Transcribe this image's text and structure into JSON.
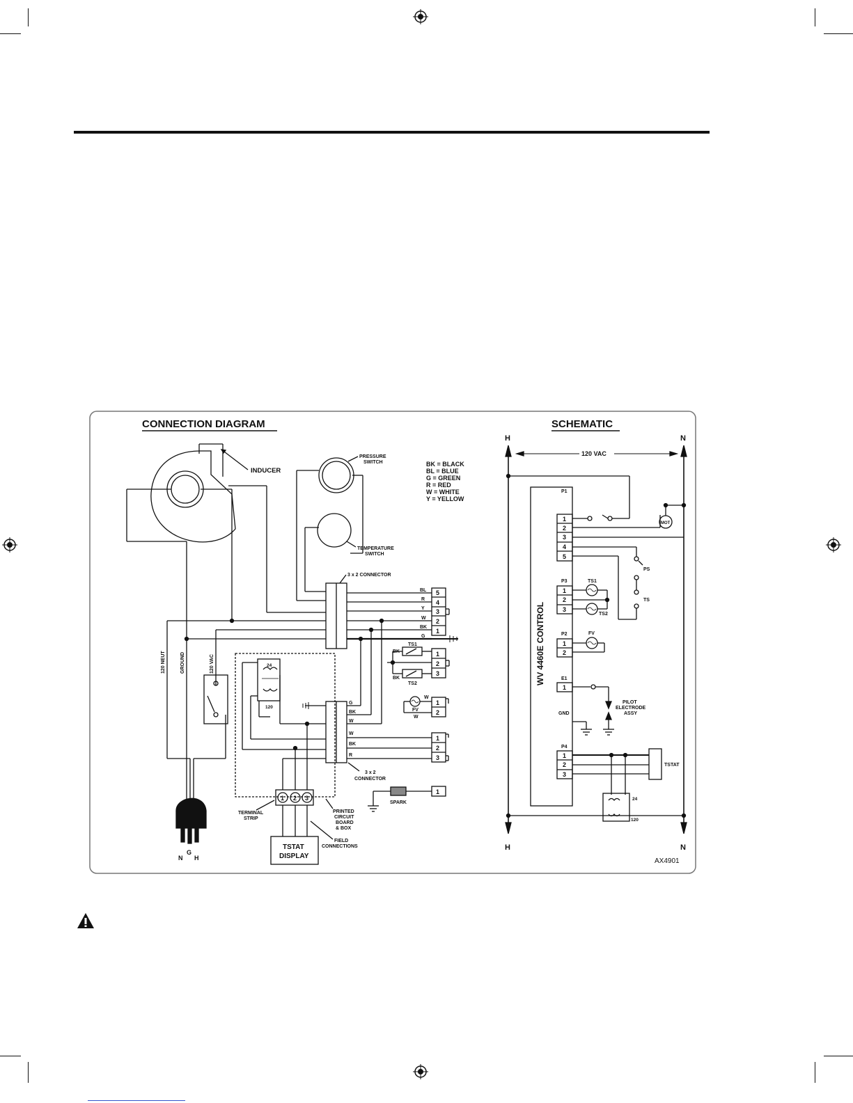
{
  "diagram": {
    "connection_title": "CONNECTION DIAGRAM",
    "schematic_title": "SCHEMATIC",
    "part_code": "AX4901",
    "legend": [
      "BK  = BLACK",
      "BL  = BLUE",
      "G    = GREEN",
      "R    = RED",
      "W    = WHITE",
      "Y    = YELLOW"
    ],
    "labels": {
      "inducer": "INDUCER",
      "pressure_switch_1": "PRESSURE",
      "pressure_switch_2": "SWITCH",
      "temperature_switch_1": "TEMPERATURE",
      "temperature_switch_2": "SWITCH",
      "connector_top": "3 x 2 CONNECTOR",
      "connector_bottom_1": "3 x 2",
      "connector_bottom_2": "CONNECTOR",
      "neut": "120 NEUT",
      "ground": "GROUND",
      "vac_left": "120 VAC",
      "transformer_24": "24",
      "transformer_120": "120",
      "ts1": "TS1",
      "ts2": "TS2",
      "fv": "FV",
      "spark": "SPARK",
      "terminal_strip_1": "TERMINAL",
      "terminal_strip_2": "STRIP",
      "pcb_1": "PRINTED",
      "pcb_2": "CIRCUIT",
      "pcb_3": "BOARD",
      "pcb_4": "& BOX",
      "field_1": "FIELD",
      "field_2": "CONNECTIONS",
      "tstat_display_1": "TSTAT",
      "tstat_display_2": "DISPLAY",
      "plug_n": "N",
      "plug_g": "G",
      "plug_h": "H",
      "sch_h": "H",
      "sch_n": "N",
      "sch_vac": "120 VAC",
      "control": "WV 4460E CONTROL",
      "p1": "P1",
      "p2": "P2",
      "p3": "P3",
      "p4": "P4",
      "e1": "E1",
      "gnd": "GND",
      "mot": "MOT",
      "ps": "PS",
      "ts": "TS",
      "pilot_1": "PILOT",
      "pilot_2": "ELECTRODE",
      "pilot_3": "ASSY",
      "tstat": "TSTAT",
      "sch_24": "24",
      "sch_120": "120"
    },
    "wire_codes": {
      "bl": "BL",
      "r": "R",
      "y": "Y",
      "w": "W",
      "bk": "BK",
      "g": "G"
    }
  }
}
